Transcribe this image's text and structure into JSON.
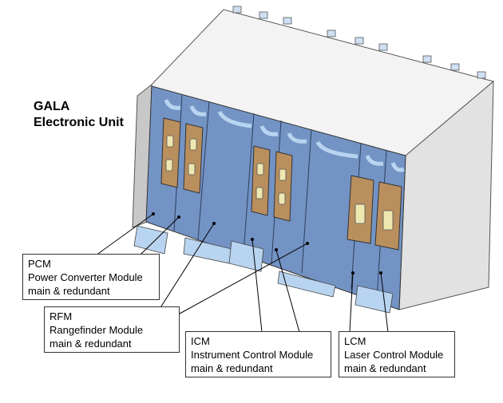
{
  "title": {
    "line1": "GALA",
    "line2": "Electronic Unit"
  },
  "labels": [
    {
      "abbr": "PCM",
      "name": "Power Converter Module",
      "note": "main & redundant"
    },
    {
      "abbr": "RFM",
      "name": "Rangefinder Module",
      "note": "main & redundant"
    },
    {
      "abbr": "ICM",
      "name": "Instrument Control Module",
      "note": "main & redundant"
    },
    {
      "abbr": "LCM",
      "name": "Laser Control Module",
      "note": "main & redundant"
    }
  ],
  "colors": {
    "panel": "#7393c4",
    "top": "#f2f2f2",
    "side": "#d8d8d8",
    "plate": "#b98f5e",
    "bracket": "#b9d4f0"
  }
}
